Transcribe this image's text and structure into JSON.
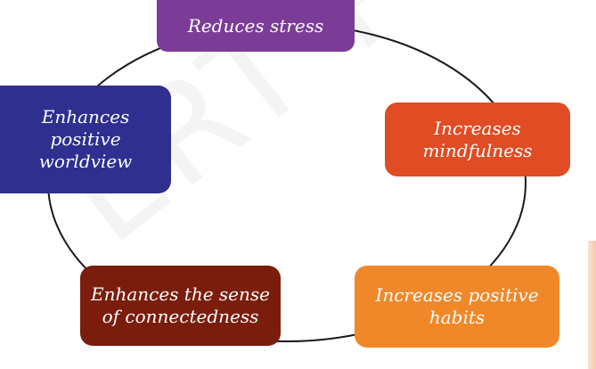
{
  "diagram": {
    "nodes": [
      {
        "id": "stress",
        "label": "Reduces stress",
        "color": "#7b3c98"
      },
      {
        "id": "mind",
        "label": "Increases mindfulness",
        "color": "#e04c23"
      },
      {
        "id": "habits",
        "label": "Increases positive habits",
        "color": "#f0882a"
      },
      {
        "id": "connect",
        "label": "Enhances the sense of connectedness",
        "color": "#7a1d0c"
      },
      {
        "id": "world",
        "label": "Enhances positive worldview",
        "color": "#2e2f8f"
      }
    ],
    "ring_color": "#1a1a1a",
    "watermark": "ERT Published"
  }
}
